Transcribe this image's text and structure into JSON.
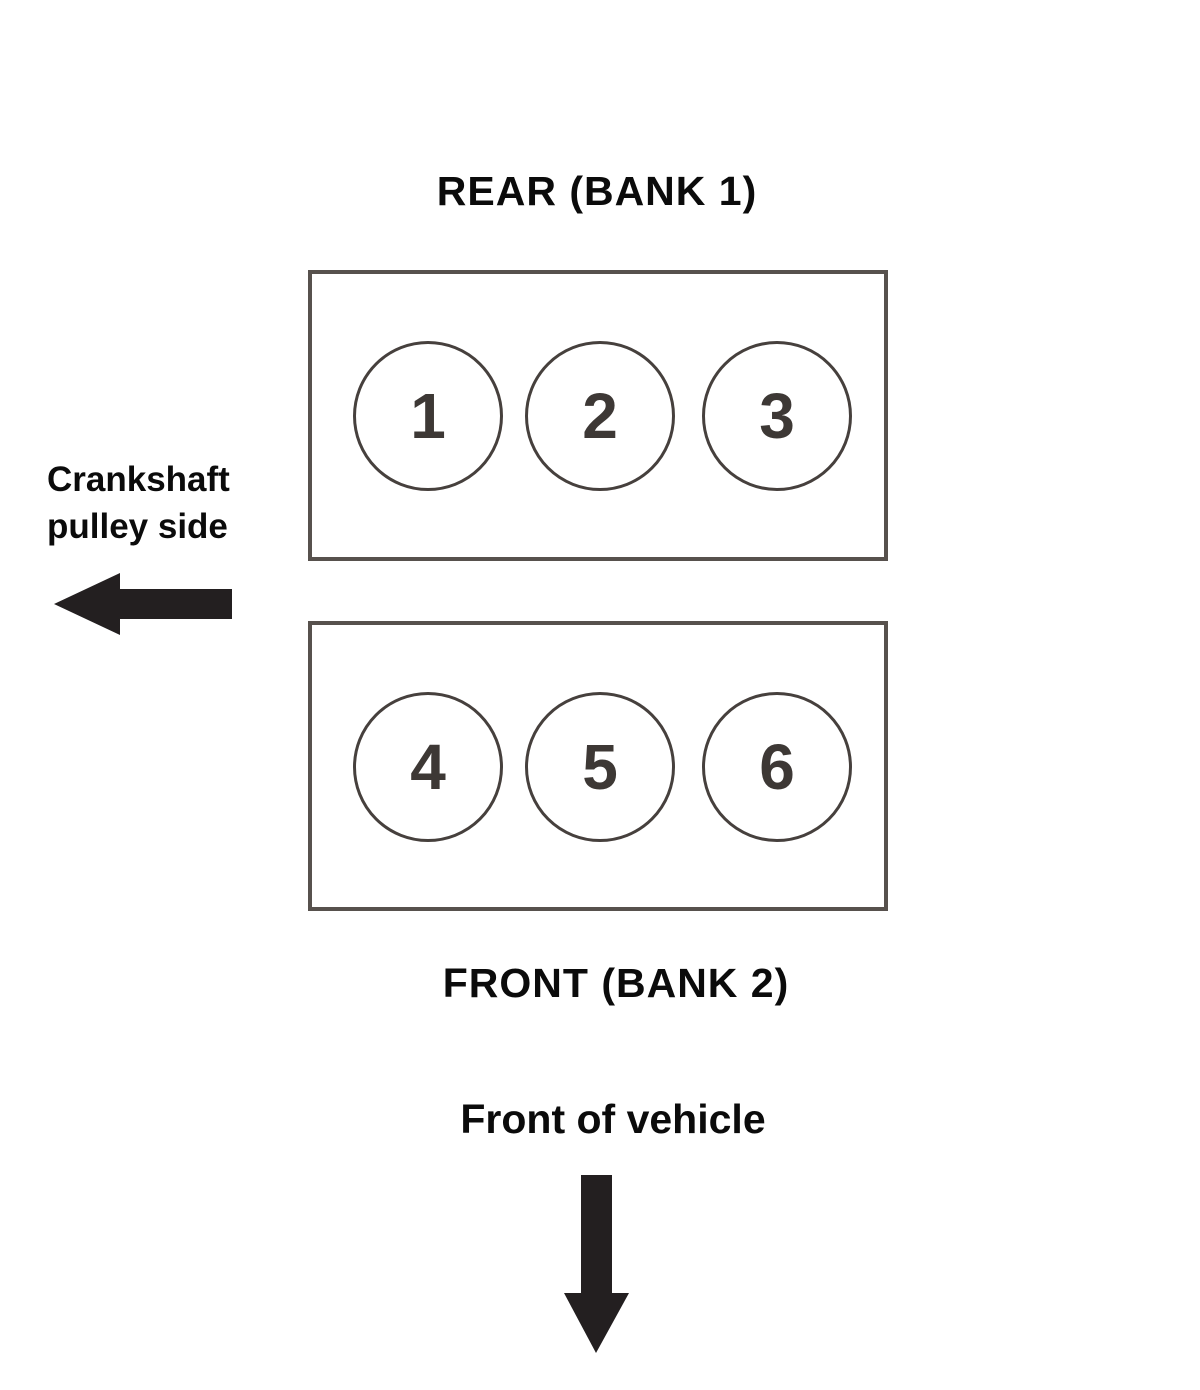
{
  "diagram": {
    "title_rear": "REAR (BANK 1)",
    "title_front": "FRONT (BANK 2)",
    "crankshaft_label_line1": "Crankshaft",
    "crankshaft_label_line2": "pulley side",
    "front_of_vehicle_label": "Front of vehicle",
    "bank1_cylinders": [
      "1",
      "2",
      "3"
    ],
    "bank2_cylinders": [
      "4",
      "5",
      "6"
    ],
    "colors": {
      "background": "#ffffff",
      "text": "#0b0b0b",
      "box_border": "#57514d",
      "circle_border": "#46403d",
      "cylinder_number": "#3d3835",
      "arrow": "#231f20"
    }
  }
}
